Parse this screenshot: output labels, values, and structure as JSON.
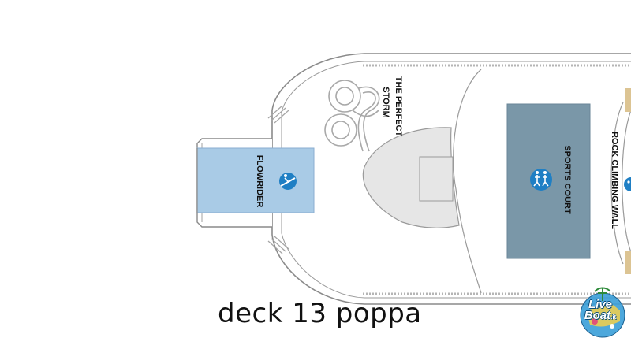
{
  "caption": "deck 13 poppa",
  "areas": {
    "flowrider": {
      "label": "FLOWRIDER",
      "color": "#a9cbe6"
    },
    "perfect_storm": {
      "line1": "THE PERFECT",
      "line2": "STORM"
    },
    "sports_court": {
      "label": "SPORTS COURT",
      "color": "#7a97a8"
    },
    "rock_climbing_wall": {
      "label": "ROCK CLIMBING WALL"
    }
  },
  "icons": {
    "flowrider": "surfer-icon",
    "sports_court": "basketball-players-icon",
    "rock_wall": "climber-icon"
  },
  "logo": {
    "word1": "Live",
    "word2": "Boat",
    "tld": ".it"
  },
  "colors": {
    "icon_blue": "#1f7fc4",
    "hull_outline": "#8a8a8a"
  }
}
